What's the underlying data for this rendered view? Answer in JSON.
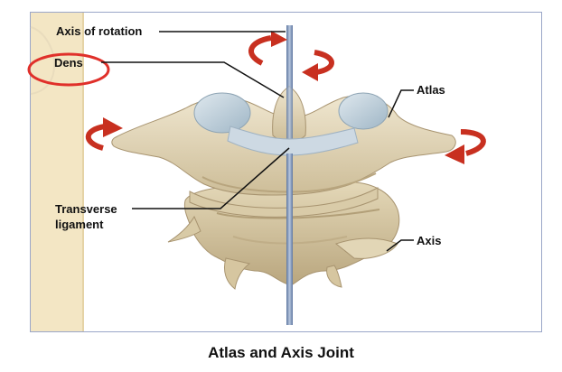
{
  "figure": {
    "labels": {
      "axis_of_rotation": "Axis of rotation",
      "dens": "Dens",
      "atlas": "Atlas",
      "transverse_ligament_line1": "Transverse",
      "transverse_ligament_line2": "ligament",
      "axis": "Axis"
    },
    "caption": "Atlas and Axis Joint",
    "colors": {
      "bone": "#e6dcc2",
      "bone_shadow": "#c8b894",
      "cartilage": "#b9ccd8",
      "rotation_arrow": "#c83020",
      "highlight_ellipse": "#e0302a",
      "axis_rod": "#7f96b8",
      "side_panel": "#f3e6c4"
    }
  }
}
